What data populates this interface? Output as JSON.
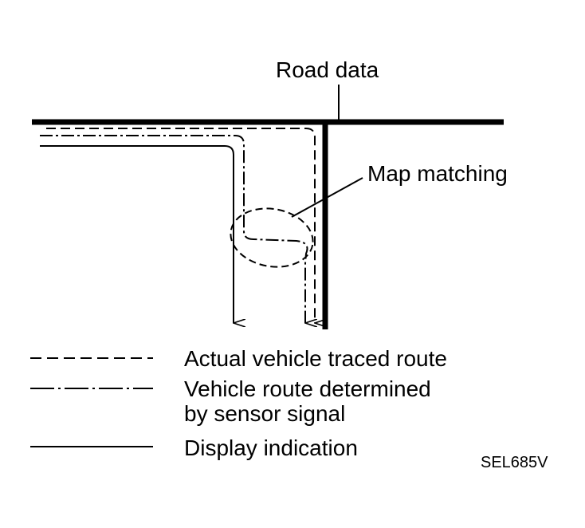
{
  "diagram": {
    "labels": {
      "road_data": "Road data",
      "map_matching": "Map matching"
    },
    "legend": [
      {
        "style": "dashed",
        "text": "Actual vehicle traced route"
      },
      {
        "style": "dash-dot",
        "text": "Vehicle route determined\nby sensor signal"
      },
      {
        "style": "solid",
        "text": "Display indication"
      }
    ],
    "figure_code": "SEL685V",
    "colors": {
      "ink": "#000000",
      "background": "#ffffff"
    }
  }
}
